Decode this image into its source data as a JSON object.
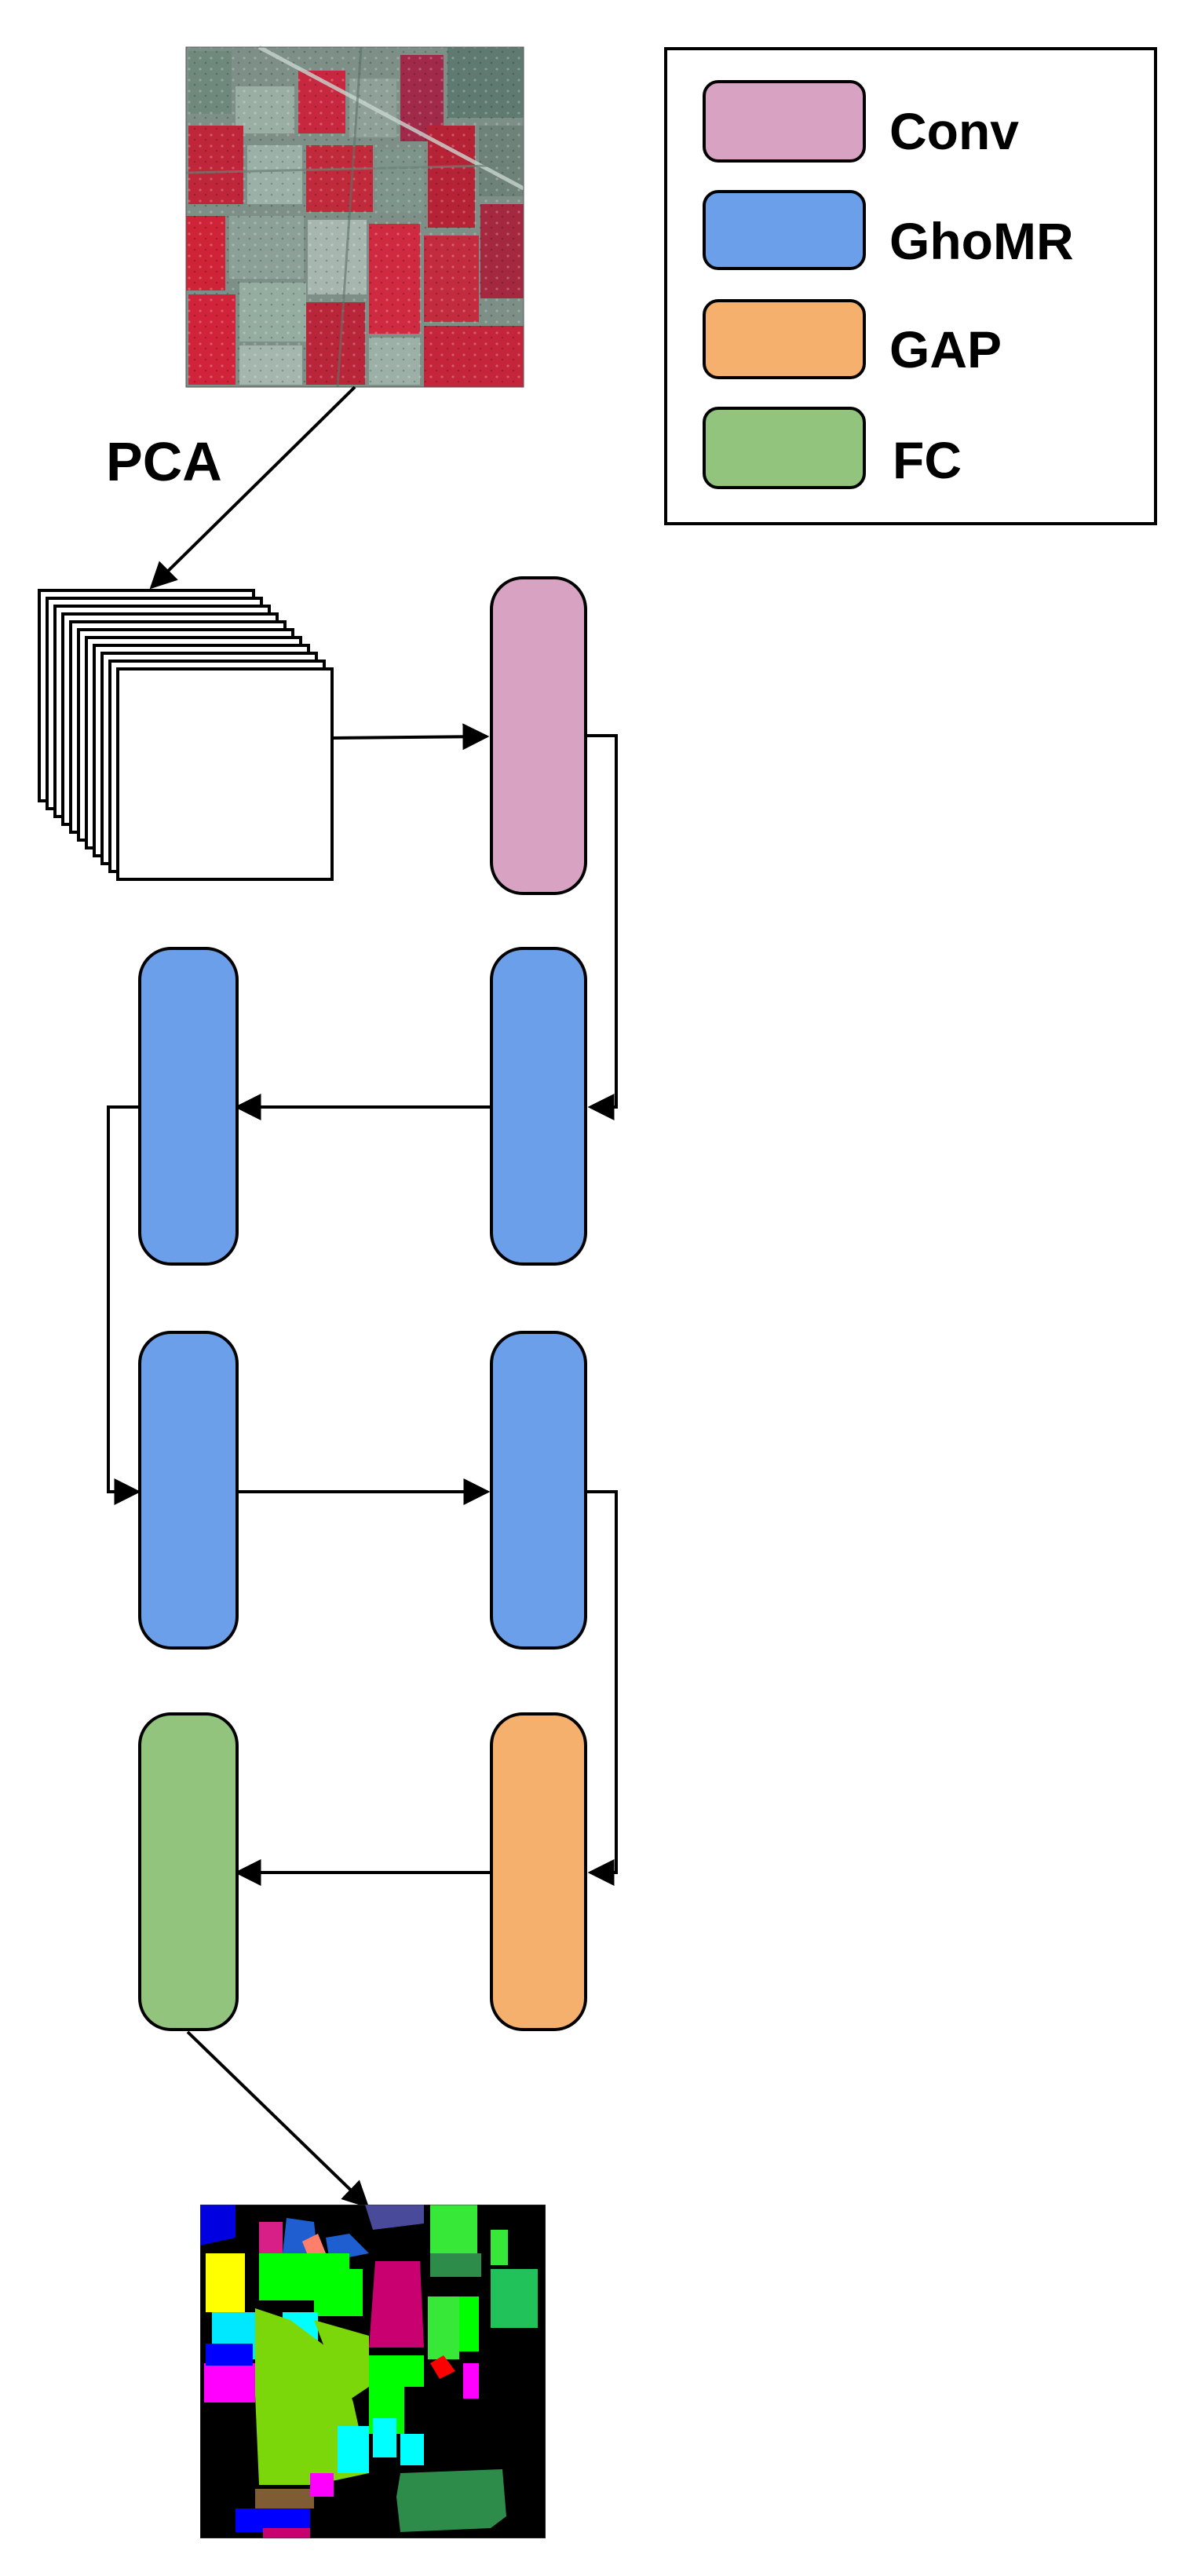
{
  "pca_label": "PCA",
  "legend": {
    "items": [
      {
        "key": "conv",
        "label": "Conv",
        "color": "#d8a3c3"
      },
      {
        "key": "ghomr",
        "label": "GhoMR",
        "color": "#6b9fea"
      },
      {
        "key": "gap",
        "label": "GAP",
        "color": "#f4b06c"
      },
      {
        "key": "fc",
        "label": "FC",
        "color": "#92c47e"
      }
    ]
  },
  "pipeline": [
    "conv",
    "ghomr",
    "ghomr",
    "ghomr",
    "ghomr",
    "gap",
    "fc"
  ],
  "input_image": "false-color hyperspectral image",
  "output_image": "classification map"
}
